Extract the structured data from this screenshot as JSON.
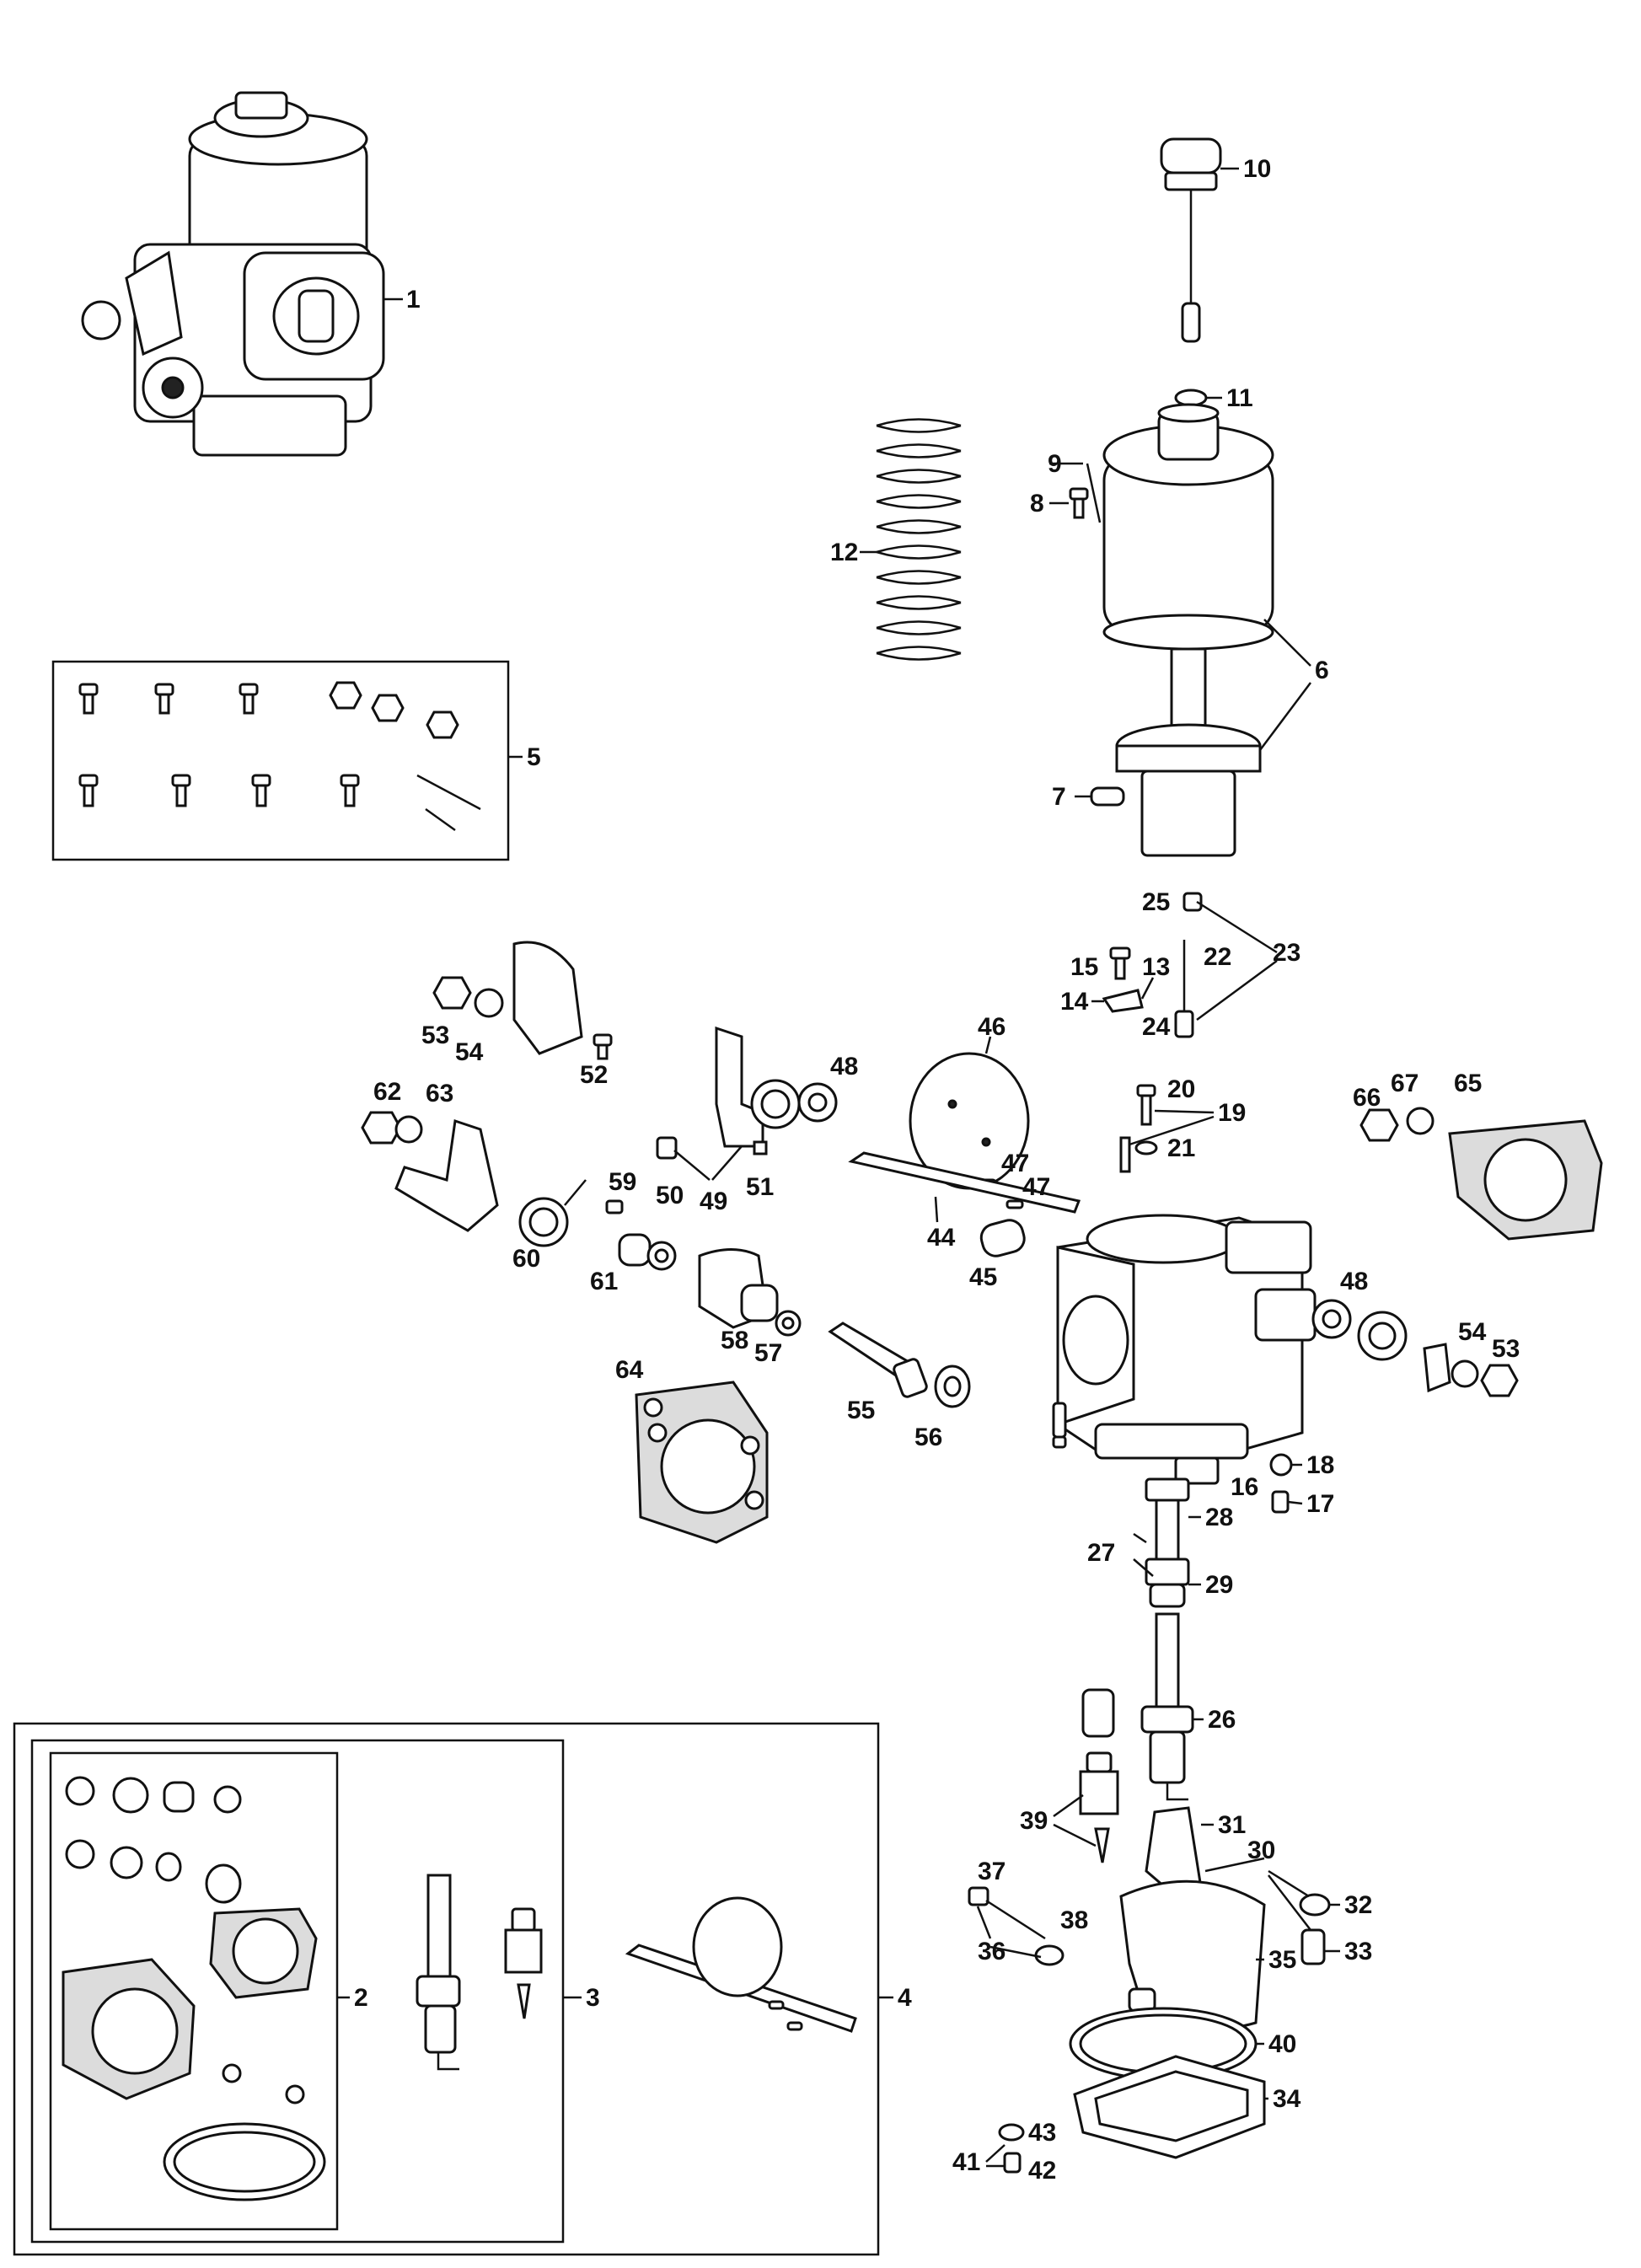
{
  "callouts": [
    {
      "n": "1"
    },
    {
      "n": "2"
    },
    {
      "n": "3"
    },
    {
      "n": "4"
    },
    {
      "n": "5"
    },
    {
      "n": "6"
    },
    {
      "n": "7"
    },
    {
      "n": "8"
    },
    {
      "n": "9"
    },
    {
      "n": "10"
    },
    {
      "n": "11"
    },
    {
      "n": "12"
    },
    {
      "n": "13"
    },
    {
      "n": "14"
    },
    {
      "n": "15"
    },
    {
      "n": "16"
    },
    {
      "n": "17"
    },
    {
      "n": "18"
    },
    {
      "n": "19"
    },
    {
      "n": "20"
    },
    {
      "n": "21"
    },
    {
      "n": "22"
    },
    {
      "n": "23"
    },
    {
      "n": "24"
    },
    {
      "n": "25"
    },
    {
      "n": "26"
    },
    {
      "n": "27"
    },
    {
      "n": "28"
    },
    {
      "n": "29"
    },
    {
      "n": "30"
    },
    {
      "n": "31"
    },
    {
      "n": "32"
    },
    {
      "n": "33"
    },
    {
      "n": "34"
    },
    {
      "n": "35"
    },
    {
      "n": "36"
    },
    {
      "n": "37"
    },
    {
      "n": "38"
    },
    {
      "n": "39"
    },
    {
      "n": "40"
    },
    {
      "n": "41"
    },
    {
      "n": "42"
    },
    {
      "n": "43"
    },
    {
      "n": "44"
    },
    {
      "n": "45"
    },
    {
      "n": "46"
    },
    {
      "n": "47"
    },
    {
      "n": "47"
    },
    {
      "n": "48"
    },
    {
      "n": "48"
    },
    {
      "n": "49"
    },
    {
      "n": "50"
    },
    {
      "n": "51"
    },
    {
      "n": "52"
    },
    {
      "n": "53"
    },
    {
      "n": "53"
    },
    {
      "n": "54"
    },
    {
      "n": "54"
    },
    {
      "n": "55"
    },
    {
      "n": "56"
    },
    {
      "n": "57"
    },
    {
      "n": "58"
    },
    {
      "n": "59"
    },
    {
      "n": "60"
    },
    {
      "n": "61"
    },
    {
      "n": "62"
    },
    {
      "n": "63"
    },
    {
      "n": "64"
    },
    {
      "n": "65"
    },
    {
      "n": "66"
    },
    {
      "n": "67"
    }
  ],
  "colors": {
    "ink": "#111111",
    "paper": "#ffffff"
  }
}
